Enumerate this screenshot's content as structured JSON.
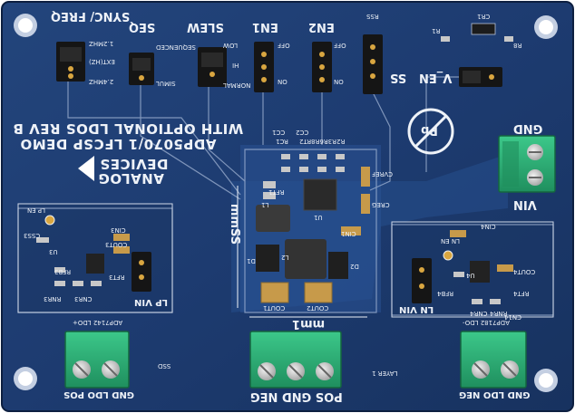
{
  "board": {
    "title_line1": "WITH OPTIONAL LDOS REV B",
    "title_line2": "ADP5070/1 LFCSP DEMO",
    "brand_line1": "ANALOG",
    "brand_line2": "DEVICES",
    "pb_free_mark": "Pb"
  },
  "jumpers": {
    "sync_freq": {
      "label": "SYNC/ FREQ",
      "opt1": "1.2MHZ",
      "opt2": "EXT(HZ)",
      "opt3": "2.4MHZ"
    },
    "seq": {
      "label": "SEQ",
      "opt1": "SEQUENCED",
      "opt2": "SIMUL"
    },
    "slew": {
      "label": "SLEW",
      "opt1": "LOW",
      "opt2": "NORMAL",
      "opt3": "HI"
    },
    "en1": {
      "label": "EN1",
      "opt_off": "OFF",
      "opt_on": "ON"
    },
    "en2": {
      "label": "EN2",
      "opt_off": "OFF",
      "opt_on": "ON"
    },
    "rss": {
      "label": "RSS"
    },
    "ss": {
      "label": "SS"
    },
    "v_en": {
      "label": "V_EN"
    }
  },
  "components": {
    "cr1": "CR1",
    "r8": "R8",
    "r1": "R1",
    "cc1": "CC1",
    "rc1": "RC1",
    "cc2": "CC2",
    "r2r3r6r8rt2": "R2R3R6R8RT2",
    "cvref": "CVREF",
    "creg": "CREG",
    "rft1": "RFT1",
    "u1": "U1",
    "cin1": "CIN1",
    "l1": "L1",
    "l2": "L2",
    "d1": "D1",
    "d2": "D2",
    "cout1": "COUT1",
    "cout2": "COUT2",
    "cin3": "CIN3",
    "cout3": "COUT3",
    "rfb3": "RFB3",
    "rft3": "RFT3",
    "rnr3": "RNR3",
    "cnr3": "CNR3",
    "css3": "CSS3",
    "u3": "U3",
    "cin4": "CIN4",
    "cout4": "COUT4",
    "rfb4": "RFB4",
    "rft4": "RFT4",
    "rnr4": "RNR4",
    "cnr4": "CNR4",
    "u4": "U4",
    "lp_en": "LP EN",
    "ln_en": "LN EN",
    "lp_vin": "LP VIN",
    "ln_vin": "LN VIN",
    "ldo_pos_part": "ADP7142 LDO+",
    "ldo_neg_part": "ADP7182 LDO-",
    "ldo_neg_cap": "CN14",
    "dim_label": "mm1",
    "dim_label2": "mmSS",
    "layer": "LAYER 1",
    "ssd": "SSD"
  },
  "terminals": {
    "vin": {
      "label": "VIN",
      "gnd": "GND"
    },
    "ldo_pos": {
      "label": "GND LDO POS"
    },
    "main": {
      "label": "POS GND NEG"
    },
    "ldo_neg": {
      "label": "GND LDO NEG"
    }
  },
  "colors": {
    "pcb": "#1e3d72",
    "pcb_dark": "#132a55",
    "silkscreen": "#eef2f8",
    "copper_pad": "#c9c9c9",
    "terminal": "#2db37a",
    "jumper": "#1a1a1a",
    "ic": "#2a2a2a"
  }
}
